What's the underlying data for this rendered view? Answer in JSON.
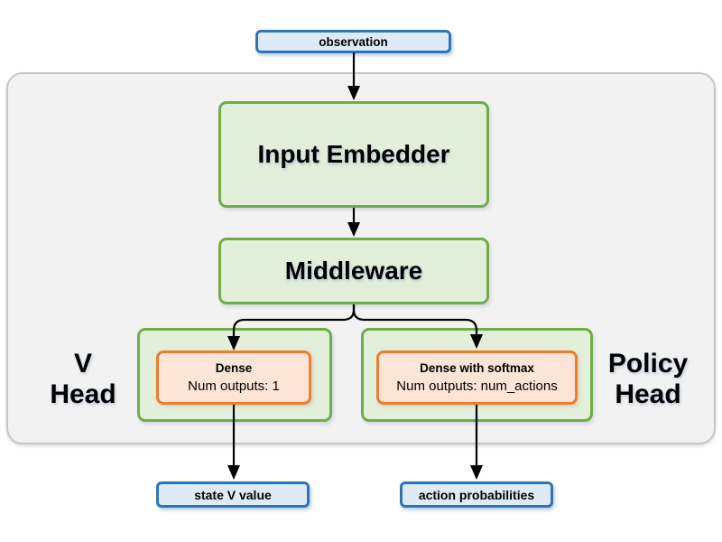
{
  "diagram": {
    "observation": {
      "label": "observation"
    },
    "input_embedder": {
      "label": "Input Embedder"
    },
    "middleware": {
      "label": "Middleware"
    },
    "v_head": {
      "label_line1": "V",
      "label_line2": "Head",
      "dense_title": "Dense",
      "dense_subtitle": "Num outputs: 1"
    },
    "policy_head": {
      "label_line1": "Policy",
      "label_line2": "Head",
      "dense_title": "Dense with softmax",
      "dense_subtitle": "Num outputs: num_actions"
    },
    "outputs": {
      "state_v_value": "state V value",
      "action_probabilities": "action probabilities"
    }
  },
  "colors": {
    "io_fill": "#DEEBF7",
    "io_border": "#2E75B6",
    "block_fill": "#E2EFDA",
    "block_border": "#70AD47",
    "dense_fill": "#FCE4D6",
    "dense_border": "#ED7D31",
    "container_fill": "#F2F2F2",
    "container_border": "#C6C6C6",
    "arrow": "#000000"
  }
}
